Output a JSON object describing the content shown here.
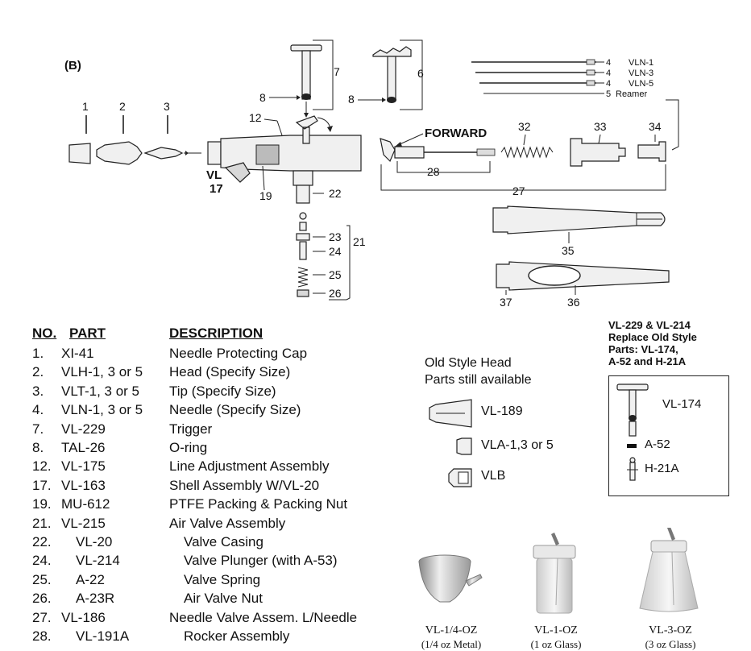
{
  "section_label": "(B)",
  "callouts": {
    "c1": "1",
    "c2": "2",
    "c3": "3",
    "c7": "7",
    "c6": "6",
    "c8a": "8",
    "c8b": "8",
    "c12": "12",
    "c19": "19",
    "c22": "22",
    "c23": "23",
    "c24": "24",
    "c25": "25",
    "c26": "26",
    "c21": "21",
    "c28": "28",
    "c27": "27",
    "c32": "32",
    "c33": "33",
    "c34": "34",
    "c35": "35",
    "c36": "36",
    "c37": "37",
    "vl": "VL",
    "vl17": "17",
    "forward": "FORWARD"
  },
  "needles": [
    {
      "count": "4",
      "name": "VLN-1"
    },
    {
      "count": "4",
      "name": "VLN-3"
    },
    {
      "count": "4",
      "name": "VLN-5"
    },
    {
      "count": "5",
      "name": "Reamer"
    }
  ],
  "table": {
    "headers": {
      "no": "NO.",
      "part": "PART",
      "description": "DESCRIPTION"
    },
    "rows": [
      {
        "no": "1.",
        "part": "XI-41",
        "desc": "Needle Protecting Cap",
        "indent": false
      },
      {
        "no": "2.",
        "part": "VLH-1, 3 or 5",
        "desc": "Head (Specify Size)",
        "indent": false
      },
      {
        "no": "3.",
        "part": "VLT-1, 3 or 5",
        "desc": "Tip (Specify Size)",
        "indent": false
      },
      {
        "no": "4.",
        "part": "VLN-1, 3 or 5",
        "desc": "Needle (Specify Size)",
        "indent": false
      },
      {
        "no": "7.",
        "part": "VL-229",
        "desc": "Trigger",
        "indent": false
      },
      {
        "no": "8.",
        "part": "TAL-26",
        "desc": "O-ring",
        "indent": false
      },
      {
        "no": "12.",
        "part": "VL-175",
        "desc": "Line Adjustment Assembly",
        "indent": false
      },
      {
        "no": "17.",
        "part": "VL-163",
        "desc": "Shell Assembly W/VL-20",
        "indent": false
      },
      {
        "no": "19.",
        "part": "MU-612",
        "desc": "PTFE Packing & Packing Nut",
        "indent": false
      },
      {
        "no": "21.",
        "part": "VL-215",
        "desc": "Air Valve Assembly",
        "indent": false
      },
      {
        "no": "22.",
        "part": "VL-20",
        "desc": "Valve Casing",
        "indent": true
      },
      {
        "no": "24.",
        "part": "VL-214",
        "desc": "Valve Plunger (with A-53)",
        "indent": true
      },
      {
        "no": "25.",
        "part": "A-22",
        "desc": "Valve Spring",
        "indent": true
      },
      {
        "no": "26.",
        "part": "A-23R",
        "desc": "Air Valve Nut",
        "indent": true
      },
      {
        "no": "27.",
        "part": "VL-186",
        "desc": "Needle Valve Assem. L/Needle",
        "indent": false
      },
      {
        "no": "28.",
        "part": "VL-191A",
        "desc": "Rocker Assembly",
        "indent": true
      }
    ]
  },
  "old_style": {
    "title_line1": "Old Style Head",
    "title_line2": "Parts still available",
    "items": [
      "VL-189",
      "VLA-1,3 or 5",
      "VLB"
    ]
  },
  "replace_box": {
    "line1": "VL-229 & VL-214",
    "line2": "Replace Old Style",
    "line3": "Parts:  VL-174,",
    "line4": "A-52 and H-21A",
    "items": [
      "VL-174",
      "A-52",
      "H-21A"
    ]
  },
  "cups": [
    {
      "label": "VL-1/4-OZ",
      "sub": "(1/4 oz Metal)"
    },
    {
      "label": "VL-1-OZ",
      "sub": "(1 oz Glass)"
    },
    {
      "label": "VL-3-OZ",
      "sub": "(3 oz Glass)"
    }
  ]
}
